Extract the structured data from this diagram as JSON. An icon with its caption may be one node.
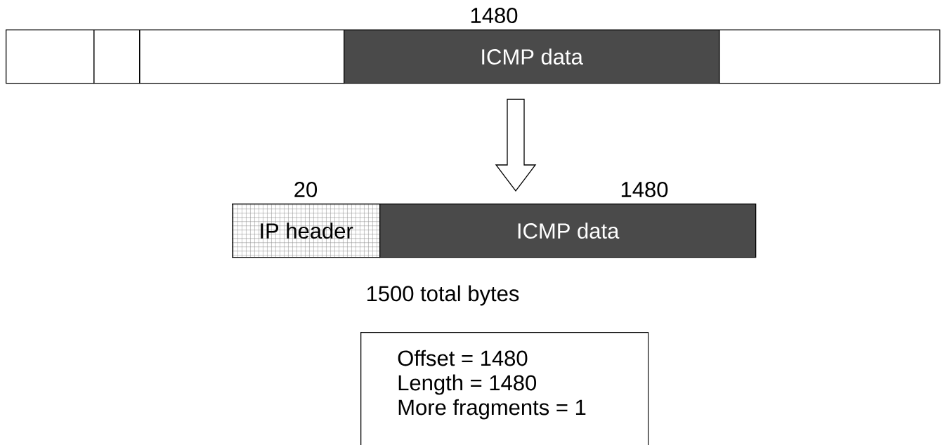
{
  "diagram": {
    "nodes": [
      {
        "text": [],
        "shape": "box"
      },
      {
        "text": [],
        "shape": "box"
      },
      {
        "text": [],
        "shape": "box"
      },
      {
        "text": [
          "ICMP data"
        ],
        "beside": [
          "1480"
        ]
      },
      {
        "text": [],
        "shape": "box"
      },
      {
        "text": [
          "IP header"
        ],
        "beside": [
          "20"
        ]
      },
      {
        "text": [
          "ICMP data"
        ],
        "beside": [
          "1480"
        ]
      },
      {
        "text": [
          "Offset = 1480",
          "Length = 1480",
          "More fragments = 1"
        ]
      }
    ],
    "edges": [
      {
        "from": 3,
        "to": 6,
        "arrow": "to"
      }
    ],
    "labels": [
      "1500 total bytes"
    ]
  }
}
